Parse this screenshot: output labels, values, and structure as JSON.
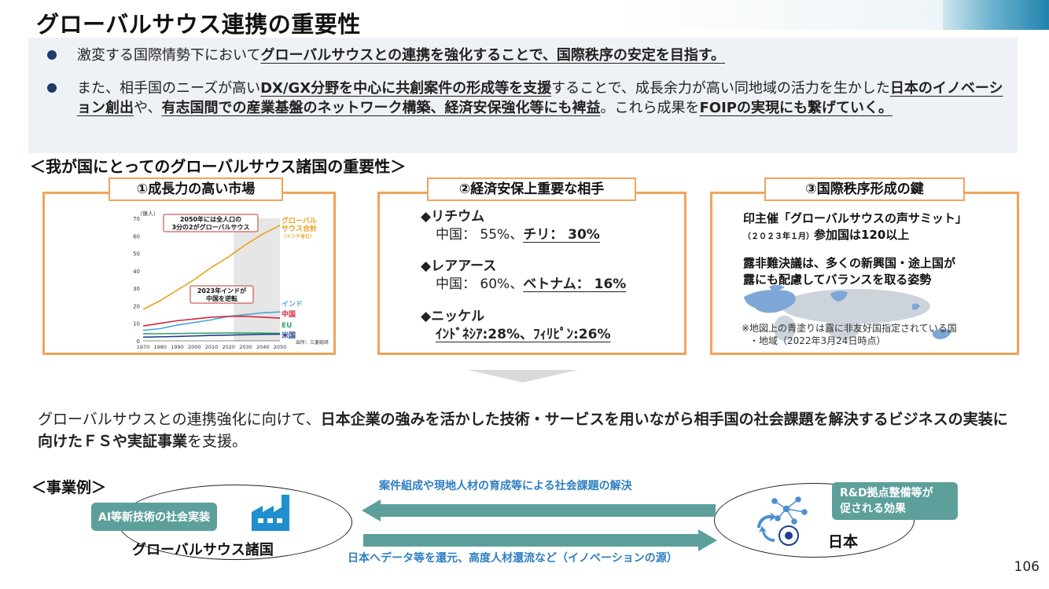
{
  "page": {
    "title": "グローバルサウス連携の重要性",
    "page_number": "106"
  },
  "summary": {
    "bullet1": {
      "pre": "激変する国際情勢下において",
      "emph": "グローバルサウスとの連携を強化することで、国際秩序の安定を目指す。"
    },
    "bullet2": {
      "p1": "また、相手国のニーズが高い",
      "u1": "DX/GX分野を中心に共創案件の形成等を支援",
      "p2": "することで、成長余力が高い同地域の活力を生かした",
      "u2": "日本のイノベーション創出",
      "p3": "や、",
      "u3": "有志国間での産業基盤のネットワーク構築、経済安保強化等にも裨益",
      "p4": "。これら成果を",
      "u4": "FOIPの実現にも繋げていく。"
    }
  },
  "section_heading": "＜我が国にとってのグローバルサウス諸国の重要性＞",
  "cards": {
    "card1_title": "①成長力の高い市場",
    "card2_title": "②経済安保上重要な相手",
    "card3_title": "③国際秩序形成の鍵"
  },
  "chart_data": {
    "type": "line",
    "unit_label": "（億人）",
    "x": [
      1970,
      1980,
      1990,
      2000,
      2010,
      2020,
      2030,
      2040,
      2050
    ],
    "ylim": [
      0,
      70
    ],
    "yticks": [
      0,
      10,
      20,
      30,
      40,
      50,
      60,
      70
    ],
    "shaded_range": [
      2023,
      2050
    ],
    "series": [
      {
        "name": "グローバルサウス合計",
        "name_sub": "（インド含む）",
        "color": "#e8a317",
        "values": [
          18,
          23,
          29,
          35,
          42,
          48,
          55,
          61,
          66
        ]
      },
      {
        "name": "インド",
        "color": "#4aa6d8",
        "values": [
          6,
          7,
          9,
          10.5,
          12,
          14,
          15,
          16,
          16.5
        ]
      },
      {
        "name": "中国",
        "color": "#d6263a",
        "values": [
          8.5,
          10,
          11.5,
          12.5,
          13.5,
          14,
          14,
          13.5,
          13
        ]
      },
      {
        "name": "EU",
        "color": "#3aa26b",
        "values": [
          4.0,
          4.1,
          4.2,
          4.3,
          4.4,
          4.5,
          4.5,
          4.4,
          4.3
        ]
      },
      {
        "name": "米国",
        "color": "#1c3f8c",
        "values": [
          2.1,
          2.3,
          2.5,
          2.8,
          3.1,
          3.3,
          3.5,
          3.7,
          3.8
        ]
      }
    ],
    "annotations": [
      {
        "line1": "2050年には全人口の",
        "line2": "3分の2がグローバルサウス"
      },
      {
        "line1": "2023年インドが",
        "line2": "中国を逆転"
      }
    ],
    "source": "出所：三菱総研"
  },
  "minerals": [
    {
      "name": "◆リチウム",
      "val_pre": "中国： 55%、",
      "val_emph": "チリ： 30%"
    },
    {
      "name": "◆レアアース",
      "val_pre": "中国： 60%、",
      "val_emph": "ベトナム： 16%"
    },
    {
      "name": "◆ニッケル",
      "val_pre": "",
      "val_emph": "ｲﾝﾄﾞﾈｼｱ:28%、ﾌｨﾘﾋﾟﾝ:26%"
    }
  ],
  "card3": {
    "line1": "印主催「グローバルサウスの声サミット」",
    "line2_small": "（２０２３年１月）",
    "line2": "参加国は120以上",
    "line3": "露非難決議は、多くの新興国・途上国が",
    "line4": "露にも配慮してバランスを取る姿勢",
    "note1": "※地図上の青塗りは露に非友好国指定されている国",
    "note2": "・地域（2022年3月24日時点）"
  },
  "support": {
    "pre": "グローバルサウスとの連携強化に向けて、",
    "emph": "日本企業の強みを活かした技術・サービスを用いながら相手国の社会課題を解決するビジネスの実装に向けたＦＳや実証事業",
    "post": "を支援。"
  },
  "cases": {
    "heading": "＜事業例＞",
    "left_tag": "AI等新技術の社会実装",
    "left_label": "グローバルサウス諸国",
    "right_tag_line1": "R&D拠点整備等が",
    "right_tag_line2": "促される効果",
    "right_label": "日本",
    "arrow_top_text": "案件組成や現地人材の育成等による社会課題の解決",
    "arrow_bottom_text": "日本へデータ等を還元、高度人材還流など（イノベーションの源）"
  },
  "colors": {
    "card_border": "#f0a45a",
    "teal": "#5c9f9b",
    "arrow_teal": "#5c9f9b",
    "arrow_text": "#2f7fc1",
    "bullet_dot": "#1f3a6b"
  }
}
